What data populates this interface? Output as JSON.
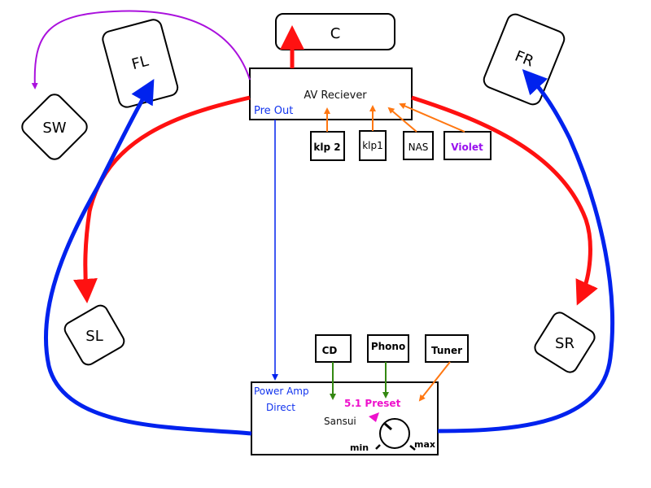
{
  "diagram": {
    "speakers": {
      "center": "C",
      "front_left": "FL",
      "front_right": "FR",
      "subwoofer": "SW",
      "surround_left": "SL",
      "surround_right": "SR"
    },
    "av_receiver": {
      "label": "AV Reciever",
      "pre_out_label": "Pre Out"
    },
    "receiver_sources": [
      {
        "label": "klp 2"
      },
      {
        "label": "klp1"
      },
      {
        "label": "NAS"
      },
      {
        "label": "Violet"
      }
    ],
    "power_amp": {
      "direct_label_line1": "Power Amp",
      "direct_label_line2": "Direct",
      "brand_label": "Sansui",
      "preset_label": "5.1 Preset",
      "knob_min_label": "min",
      "knob_max_label": "max"
    },
    "amp_sources": [
      {
        "label": "CD"
      },
      {
        "label": "Phono"
      },
      {
        "label": "Tuner"
      }
    ],
    "colors": {
      "front_link": "#0022ee",
      "surround_link": "#ff1111",
      "sub_link": "#aa11dd",
      "source_link": "#ff7711",
      "analog_link": "#338811",
      "preset": "#ee11cc",
      "violet_text": "#9911ee",
      "blue_text": "#1133ee"
    }
  }
}
